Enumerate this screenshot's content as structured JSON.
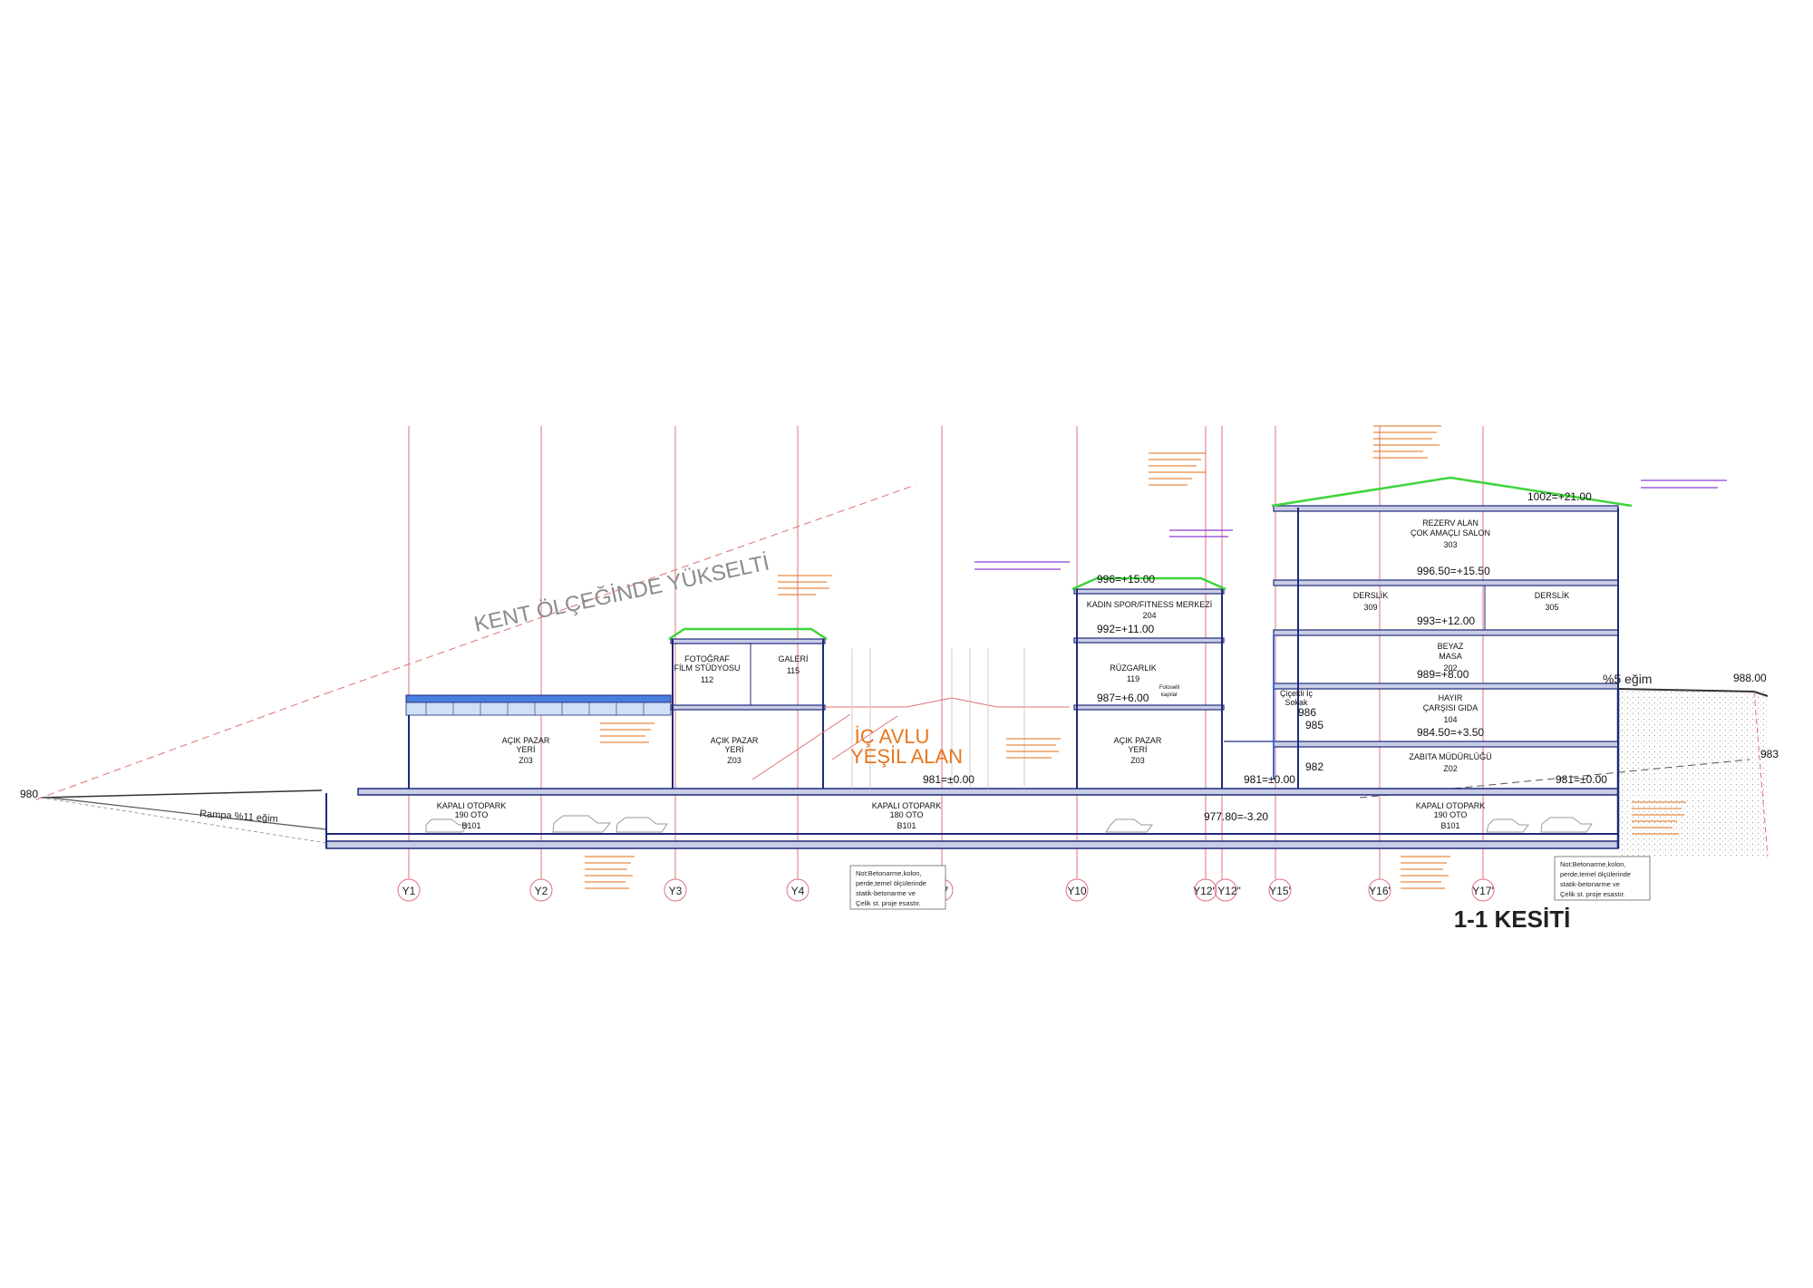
{
  "drawing": {
    "title": "1-1 KESİTİ",
    "concept_label": "KENT ÖLÇEĞİNDE YÜKSELTİ",
    "courtyard_line1": "İÇ AVLU",
    "courtyard_line2": "YEŞİL ALAN",
    "ramp_label": "Rampa %11 eğim",
    "slope_label": "%5 eğim",
    "note": [
      "Not:Betonarme,kolon,",
      "perde,temel ölçülerinde",
      "statik-betonarme ve",
      "Çelik st. proje esastır."
    ]
  },
  "axes": [
    "Y1",
    "Y2",
    "Y3",
    "Y4",
    "Y7",
    "Y10",
    "Y12'",
    "Y12\"",
    "Y15'",
    "Y16'",
    "Y17'"
  ],
  "levels": {
    "l1002": "1002=+21.00",
    "l996_50": "996.50=+15.50",
    "l993": "993=+12.00",
    "l989": "989=+8.00",
    "l984_50": "984.50=+3.50",
    "l981_right": "981=±0.00",
    "l996": "996=+15.00",
    "l992": "992=+11.00",
    "l987": "987=+6.00",
    "l981_mid": "981=±0.00",
    "l981_left": "981=±0.00",
    "l977_80": "977.80=-3.20",
    "terrain_988": "988.00",
    "terrain_983": "983",
    "terrain_980": "980",
    "l985": "985",
    "l986": "986",
    "l982": "982"
  },
  "rooms": {
    "rezerv": {
      "line1": "REZERV ALAN",
      "line2": "ÇOK AMAÇLI SALON",
      "code": "303"
    },
    "derslik_309": {
      "name": "DERSLİK",
      "code": "309"
    },
    "derslik_305": {
      "name": "DERSLİK",
      "code": "305"
    },
    "beyaz_masa": {
      "line1": "BEYAZ",
      "line2": "MASA",
      "code": "202"
    },
    "hayir": {
      "line1": "HAYIR",
      "line2": "ÇARŞISI GIDA",
      "code": "104"
    },
    "zabita": {
      "name": "ZABITA MÜDÜRLÜĞÜ",
      "code": "Z02"
    },
    "kadin_spor": {
      "name": "KADIN SPOR/FITNESS MERKEZİ",
      "code": "204"
    },
    "ruzgarlik": {
      "name": "RÜZGARLIK",
      "code": "119"
    },
    "fotograf": {
      "line1": "FOTOĞRAF",
      "line2": "FİLM STÜDYOSU",
      "code": "112"
    },
    "galeri": {
      "name": "GALERİ",
      "code": "115"
    },
    "acik_pazar_1": {
      "line1": "AÇIK PAZAR",
      "line2": "YERİ",
      "code": "Z03"
    },
    "acik_pazar_2": {
      "line1": "AÇIK PAZAR",
      "line2": "YERİ",
      "code": "Z03"
    },
    "acik_pazar_3": {
      "line1": "AÇIK PAZAR",
      "line2": "YERİ",
      "code": "Z03"
    },
    "otopark_1": {
      "line1": "KAPALI OTOPARK",
      "line2": "190 OTO",
      "code": "B101"
    },
    "otopark_2": {
      "line1": "KAPALI OTOPARK",
      "line2": "180 OTO",
      "code": "B101"
    },
    "otopark_3": {
      "line1": "KAPALI OTOPARK",
      "line2": "190 OTO",
      "code": "B101"
    },
    "cicekli": {
      "line1": "Çiçekli İç",
      "line2": "Sokak"
    },
    "fotoselli": {
      "line1": "Fotoselli",
      "line2": "kapılar"
    }
  },
  "colors": {
    "structure": "#1f2a78",
    "grid": "#e0707e",
    "annotation": "#e8761e",
    "roof": "#3ed43a",
    "glass": "#3b6fd8",
    "purple_note": "#8a3fd6",
    "concept_text": "#8c8c8c"
  }
}
